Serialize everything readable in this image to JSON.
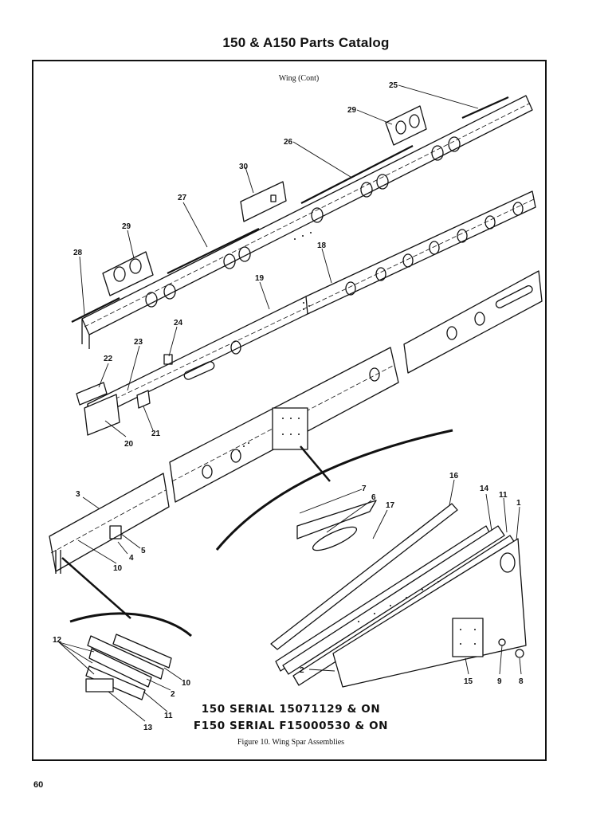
{
  "page": {
    "title": "150 & A150 Parts Catalog",
    "section_label": "Wing (Cont)",
    "serial_line_1": "150 SERIAL 15071129 & ON",
    "serial_line_2": "F150 SERIAL F15000530 & ON",
    "figure_caption": "Figure 10.   Wing Spar Assemblies",
    "page_number": "60"
  },
  "callouts": [
    "25",
    "29",
    "26",
    "30",
    "27",
    "29",
    "28",
    "18",
    "19",
    "24",
    "23",
    "22",
    "20",
    "21",
    "3",
    "4",
    "5",
    "10",
    "7",
    "6",
    "16",
    "17",
    "14",
    "11",
    "1",
    "2",
    "15",
    "9",
    "8",
    "12",
    "10",
    "2",
    "11",
    "13"
  ]
}
